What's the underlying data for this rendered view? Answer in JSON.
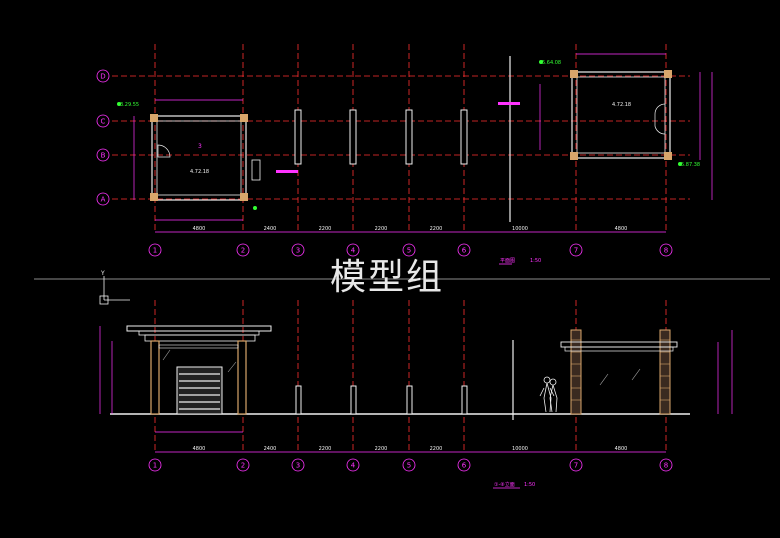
{
  "drawing": {
    "watermark": "模型组",
    "plan_title": "平面图",
    "plan_scale": "1:50",
    "elev_title": "①-⑧立面",
    "elev_scale": "1:50",
    "axes_numbers": [
      "1",
      "2",
      "3",
      "4",
      "5",
      "6",
      "7",
      "8"
    ],
    "axes_letters": [
      "D",
      "C",
      "B",
      "A"
    ],
    "plan_dims": [
      "4800",
      "2400",
      "2200",
      "2200",
      "2200",
      "10000",
      "4800"
    ],
    "elev_dims": [
      "4800",
      "2400",
      "2200",
      "2200",
      "2200",
      "10000",
      "4800"
    ],
    "left_room_label": "3",
    "left_room_code": "4.72.18",
    "right_room_code": "4.72.18",
    "level_left": "3.29.55",
    "level_right_top": "5.64.08",
    "level_right_bottom": "5.87.38"
  },
  "colors": {
    "axis_red": "#ff3030",
    "dim_magenta": "#ff33ff",
    "wall_white": "#f0f0f0",
    "beam_tan": "#d9a66b",
    "yellow": "#ffff55",
    "green": "#33ff33",
    "cyan": "#55ffff"
  }
}
